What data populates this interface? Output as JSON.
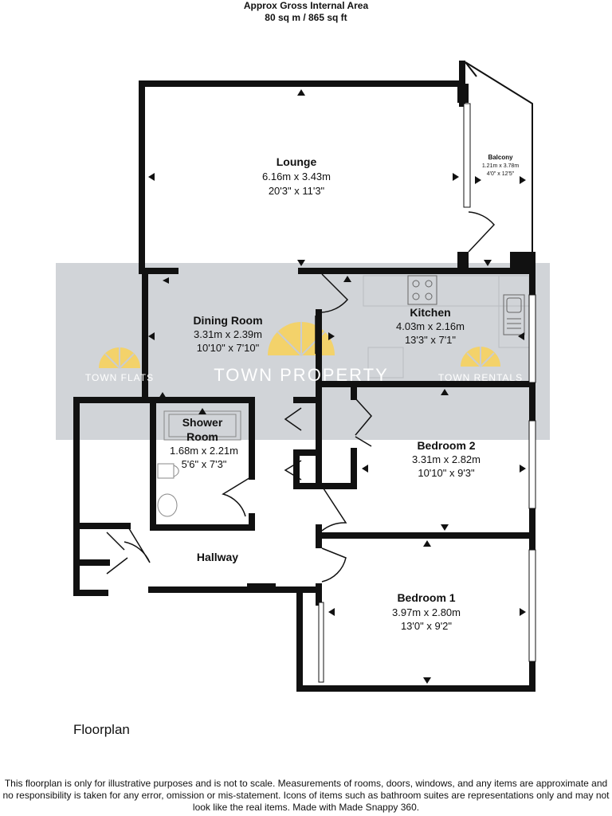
{
  "header": {
    "line1": "Approx Gross Internal Area",
    "line2": "80 sq m / 865 sq ft"
  },
  "rooms": {
    "lounge": {
      "name": "Lounge",
      "metric": "6.16m x 3.43m",
      "imperial": "20'3\" x 11'3\""
    },
    "balcony": {
      "name": "Balcony",
      "metric": "1.21m x 3.78m",
      "imperial": "4'0\" x 12'5\""
    },
    "dining": {
      "name": "Dining Room",
      "metric": "3.31m x 2.39m",
      "imperial": "10'10\" x 7'10\""
    },
    "kitchen": {
      "name": "Kitchen",
      "metric": "4.03m x 2.16m",
      "imperial": "13'3\" x 7'1\""
    },
    "shower": {
      "name1": "Shower",
      "name2": "Room",
      "metric": "1.68m x 2.21m",
      "imperial": "5'6\" x 7'3\""
    },
    "bedroom2": {
      "name": "Bedroom 2",
      "metric": "3.31m x 2.82m",
      "imperial": "10'10\" x 9'3\""
    },
    "hallway": {
      "name": "Hallway"
    },
    "bedroom1": {
      "name": "Bedroom 1",
      "metric": "3.97m x 2.80m",
      "imperial": "13'0\" x 9'2\""
    }
  },
  "watermark": {
    "left": "TOWN FLATS",
    "center": "TOWN PROPERTY",
    "right": "TOWN RENTALS",
    "band_color": "#c9ccd1",
    "logo_color": "#f3d26a"
  },
  "plan_title": "Floorplan",
  "disclaimer": "This floorplan is only for illustrative purposes and is not to scale. Measurements of rooms, doors, windows, and any items are approximate and no responsibility is taken for any error, omission or mis-statement. Icons of items such as bathroom suites are representations only and may not look like the real items. Made with Made Snappy 360."
}
